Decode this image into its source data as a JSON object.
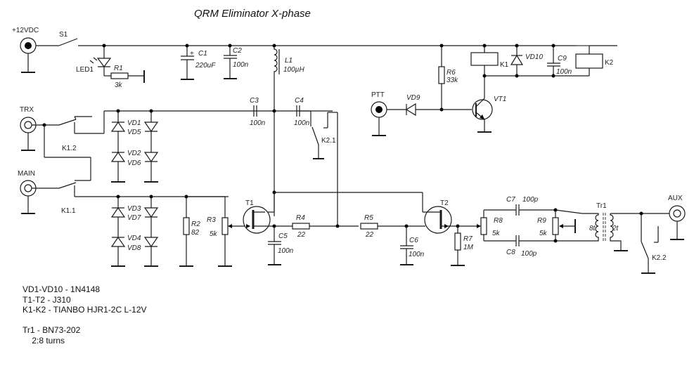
{
  "title": "QRM Eliminator X-phase",
  "connectors": {
    "power": "+12VDC",
    "trx": "TRX",
    "main": "MAIN",
    "ptt": "PTT",
    "aux": "AUX"
  },
  "components": {
    "S1": {
      "ref": "S1"
    },
    "LED1": {
      "ref": "LED1"
    },
    "R1": {
      "ref": "R1",
      "value": "3k"
    },
    "C1": {
      "ref": "C1",
      "value": "220uF"
    },
    "C2": {
      "ref": "C2",
      "value": "100n"
    },
    "L1": {
      "ref": "L1",
      "value": "100µH"
    },
    "C3": {
      "ref": "C3",
      "value": "100n"
    },
    "C4": {
      "ref": "C4",
      "value": "100n"
    },
    "K2_1": {
      "ref": "K2.1"
    },
    "K1_2": {
      "ref": "K1.2"
    },
    "K1_1": {
      "ref": "K1.1"
    },
    "K2_2": {
      "ref": "K2.2"
    },
    "VD1": {
      "ref": "VD1"
    },
    "VD2": {
      "ref": "VD2"
    },
    "VD3": {
      "ref": "VD3"
    },
    "VD4": {
      "ref": "VD4"
    },
    "VD5": {
      "ref": "VD5"
    },
    "VD6": {
      "ref": "VD6"
    },
    "VD7": {
      "ref": "VD7"
    },
    "VD8": {
      "ref": "VD8"
    },
    "VD9": {
      "ref": "VD9"
    },
    "VD10": {
      "ref": "VD10"
    },
    "R2": {
      "ref": "R2",
      "value": "82"
    },
    "R3": {
      "ref": "R3",
      "value": "5k"
    },
    "T1": {
      "ref": "T1"
    },
    "T2": {
      "ref": "T2"
    },
    "C5": {
      "ref": "C5",
      "value": "100n"
    },
    "R4": {
      "ref": "R4",
      "value": "22"
    },
    "R5": {
      "ref": "R5",
      "value": "22"
    },
    "C6": {
      "ref": "C6",
      "value": "100n"
    },
    "R7": {
      "ref": "R7",
      "value": "1M"
    },
    "R8": {
      "ref": "R8",
      "value": "5k"
    },
    "R9": {
      "ref": "R9",
      "value": "5k"
    },
    "C7": {
      "ref": "C7",
      "value": "100p"
    },
    "C8": {
      "ref": "C8",
      "value": "100p"
    },
    "Tr1": {
      "ref": "Tr1",
      "primary": "8t",
      "secondary": "2t"
    },
    "R6": {
      "ref": "R6",
      "value": "33k"
    },
    "VT1": {
      "ref": "VT1"
    },
    "K1": {
      "ref": "K1"
    },
    "K2": {
      "ref": "K2"
    },
    "C9": {
      "ref": "C9",
      "value": "100n"
    }
  },
  "notes": [
    "VD1-VD10 - 1N4148",
    "T1-T2 - J310",
    "K1-K2 - TIANBO HJR1-2C L-12V",
    "",
    "Tr1 - BN73-202",
    "    2:8 turns"
  ]
}
